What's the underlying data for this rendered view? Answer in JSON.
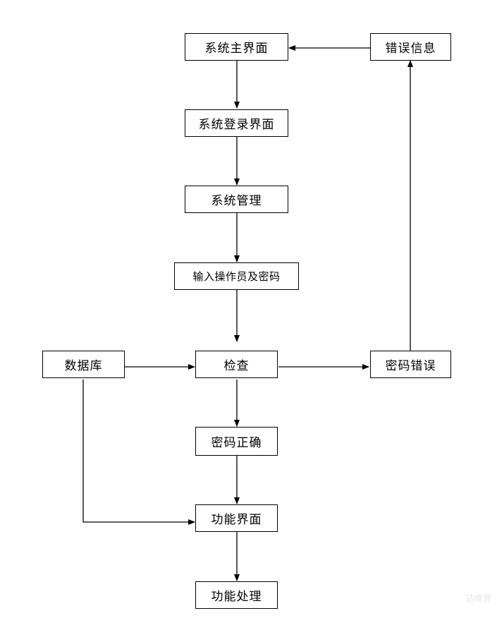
{
  "nodes": {
    "main_ui": "系统主界面",
    "error_info": "错误信息",
    "login_ui": "系统登录界面",
    "sys_mgmt": "系统管理",
    "input_operator": "输入操作员及密码",
    "database": "数据库",
    "check": "检查",
    "password_error": "密码错误",
    "password_correct": "密码正确",
    "function_ui": "功能界面",
    "function_process": "功能处理"
  },
  "watermark": "达维营",
  "colors": {
    "line": "#000000",
    "box_border": "#000000",
    "background": "#ffffff"
  }
}
